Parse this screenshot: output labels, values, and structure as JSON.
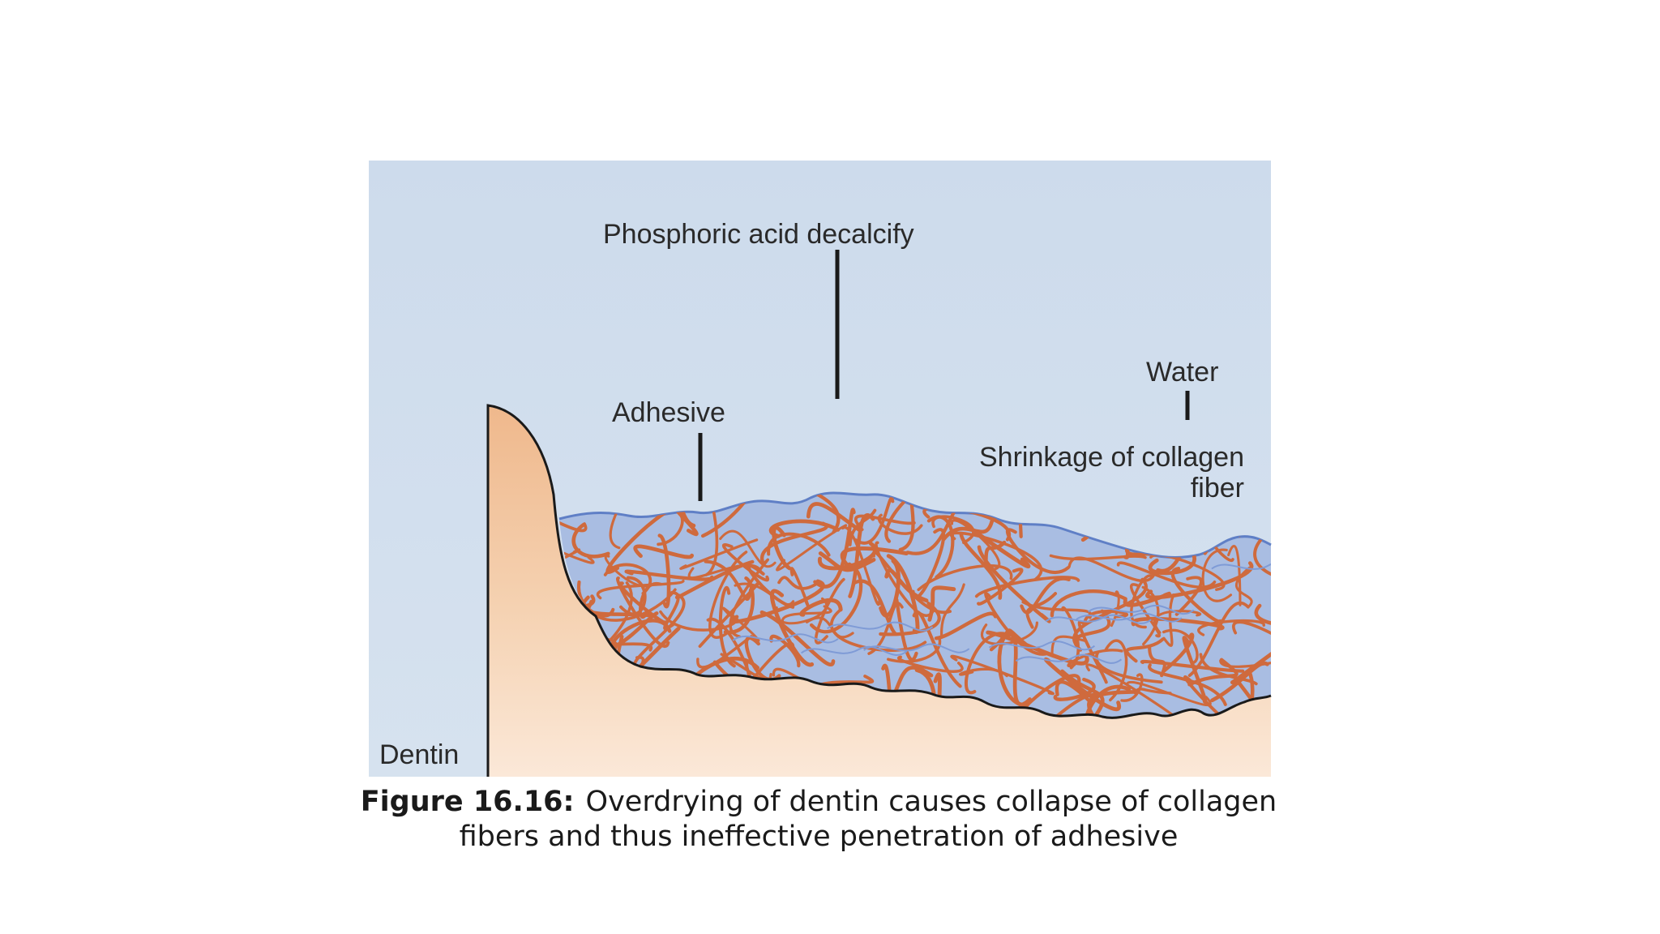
{
  "diagram": {
    "labels": {
      "phosphoric_acid": "Phosphoric acid decalcify",
      "water": "Water",
      "adhesive": "Adhesive",
      "shrinkage_line1": "Shrinkage of collagen",
      "shrinkage_line2": "fiber",
      "dentin": "Dentin"
    },
    "colors": {
      "background_panel": "#cfdcec",
      "dentin": "#f3c9a2",
      "adhesive_layer": "#a9bde2",
      "collagen_fiber": "#cf6a3d",
      "outline": "#1a1a1a"
    }
  },
  "caption": {
    "label": "Figure 16.16:",
    "line1": "Overdrying of dentin causes collapse of collagen",
    "line2": "fibers and thus ineffective penetration of adhesive"
  }
}
